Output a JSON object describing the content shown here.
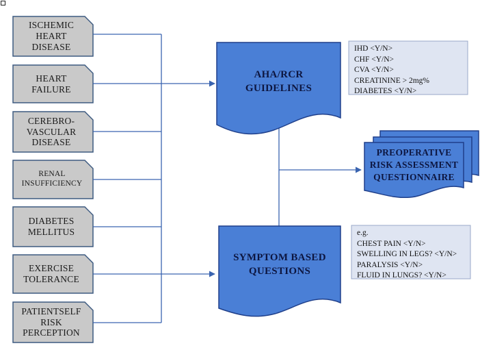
{
  "risk_factors": [
    {
      "id": "ihd",
      "label": "ISCHEMIC\nHEART\nDISEASE"
    },
    {
      "id": "hf",
      "label": "HEART\nFAILURE"
    },
    {
      "id": "cvd",
      "label": "CEREBRO-\nVASCULAR\nDISEASE"
    },
    {
      "id": "renal",
      "label": "RENAL\nINSUFFICIENCY"
    },
    {
      "id": "dm",
      "label": "DIABETES\nMELLITUS"
    },
    {
      "id": "ex",
      "label": "EXERCISE\nTOLERANCE"
    },
    {
      "id": "self",
      "label": "PATIENTSELF\nRISK\nPERCEPTION"
    }
  ],
  "guidelines": {
    "label": "AHA/RCR\nGUIDELINES"
  },
  "guideline_items": "IHD <Y/N>\nCHF <Y/N>\nCVA <Y/N>\nCREATININE > 2mg%\nDIABETES <Y/N>",
  "symptoms": {
    "label": "SYMPTOM BASED\nQUESTIONS"
  },
  "symptom_items": "e.g.\nCHEST PAIN <Y/N>\nSWELLING IN LEGS? <Y/N>\nPARALYSIS <Y/N>\nFLUID IN LUNGS? <Y/N>",
  "output": {
    "label": "PREOPERATIVE\nRISK ASSESSMENT\nQUESTIONNAIRE"
  },
  "colors": {
    "factor_fill": "#c9c9c9",
    "factor_border": "#3d5a80",
    "doc_fill": "#4a7fd6",
    "doc_border": "#1f3f8a",
    "connector": "#3a64b0",
    "note_fill": "#dfe5f2"
  }
}
